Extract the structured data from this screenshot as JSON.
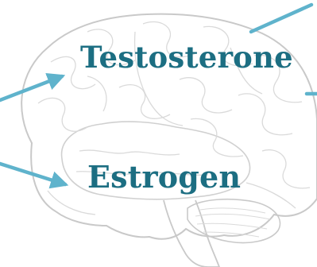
{
  "labels": {
    "top": "Testosterone",
    "bottom": "Estrogen"
  },
  "colors": {
    "label_text": "#1c6e82",
    "arrow": "#5fb3cc",
    "brain_outline": "#c9c9c9",
    "brain_fold": "#dadada"
  },
  "icons": {
    "illustration": "brain-sketch",
    "pointer": "arrow"
  }
}
